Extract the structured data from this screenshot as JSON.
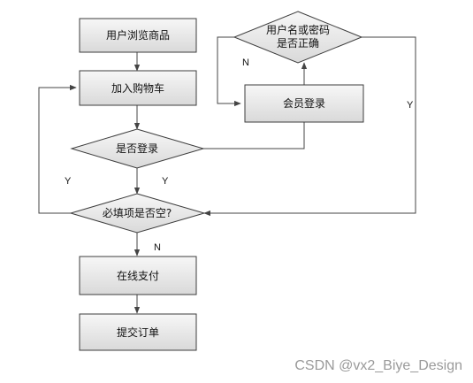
{
  "flowchart": {
    "nodes": {
      "browse": "用户浏览商品",
      "add_cart": "加入购物车",
      "is_logged_in": "是否登录",
      "required_empty": "必填项是否空?",
      "pay_online": "在线支付",
      "submit_order": "提交订单",
      "member_login": "会员登录",
      "credentials_check_line1": "用户名或密码",
      "credentials_check_line2": "是否正确"
    },
    "edge_labels": {
      "login_yes": "Y",
      "required_yes": "Y",
      "required_no": "N",
      "credentials_no": "N",
      "credentials_yes": "Y"
    }
  },
  "watermark": "CSDN @vx2_Biye_Design",
  "colors": {
    "box_fill_top": "#f6f6f6",
    "box_fill_bottom": "#dcdcdc",
    "stroke": "#3d3d3d",
    "line": "#444444"
  }
}
